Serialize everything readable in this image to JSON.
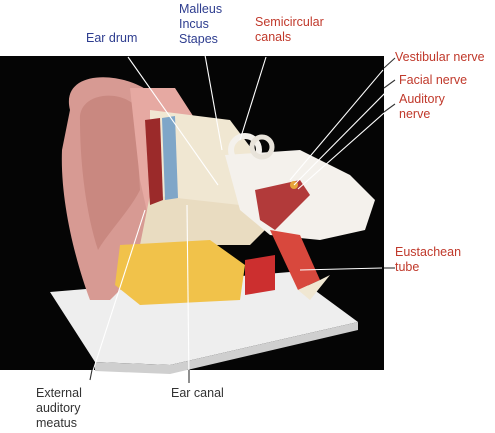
{
  "labels": {
    "ear_drum": "Ear drum",
    "ossicles": "Malleus\nIncus\nStapes",
    "semicircular_canals": "Semicircular\ncanals",
    "vestibular_nerve": "Vestibular nerve",
    "facial_nerve": "Facial nerve",
    "auditory_nerve": "Auditory\nnerve",
    "eustachean_tube": "Eustachean\ntube",
    "ear_canal": "Ear canal",
    "external_auditory_meatus": "External\nauditory\nmeatus"
  },
  "colors": {
    "blue_label": "#2e3d8f",
    "red_label": "#c0392b",
    "dark_label": "#333333",
    "background_photo": "#000000",
    "skin": "#d9968f",
    "bone": "#f2ead8",
    "base_plate": "#f0f0f0"
  }
}
